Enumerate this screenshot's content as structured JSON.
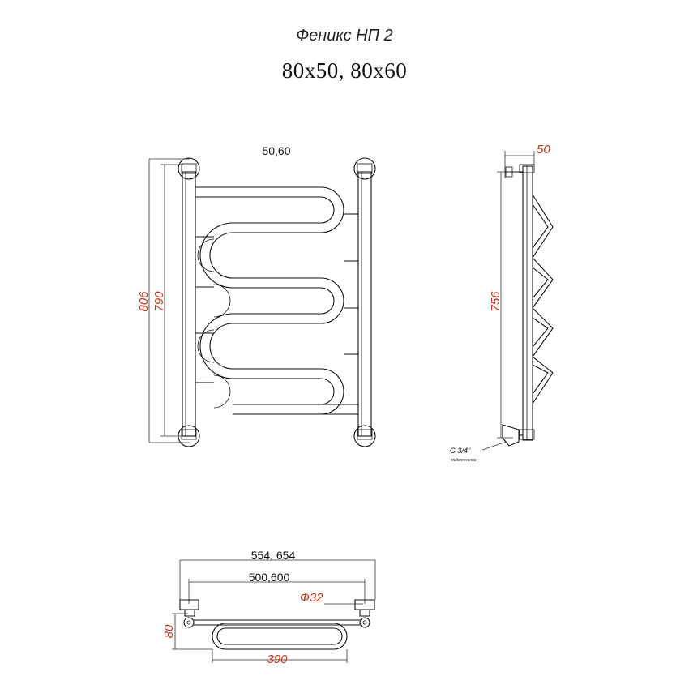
{
  "title": "Феникс НП 2",
  "subtitle": "80х50, 80х60",
  "front_view": {
    "top_label": "50,60",
    "height_outer": "806",
    "height_inner": "790"
  },
  "side_view": {
    "depth": "50",
    "height": "756",
    "connection": "G 3/4\"",
    "connection_note": "подключение"
  },
  "top_view": {
    "total_width": "554, 654",
    "center_distance": "500,600",
    "pipe_diameter": "Ф32",
    "depth": "80",
    "coil_width": "390"
  },
  "colors": {
    "line": "#111111",
    "dimension_accent": "#c0391b"
  }
}
